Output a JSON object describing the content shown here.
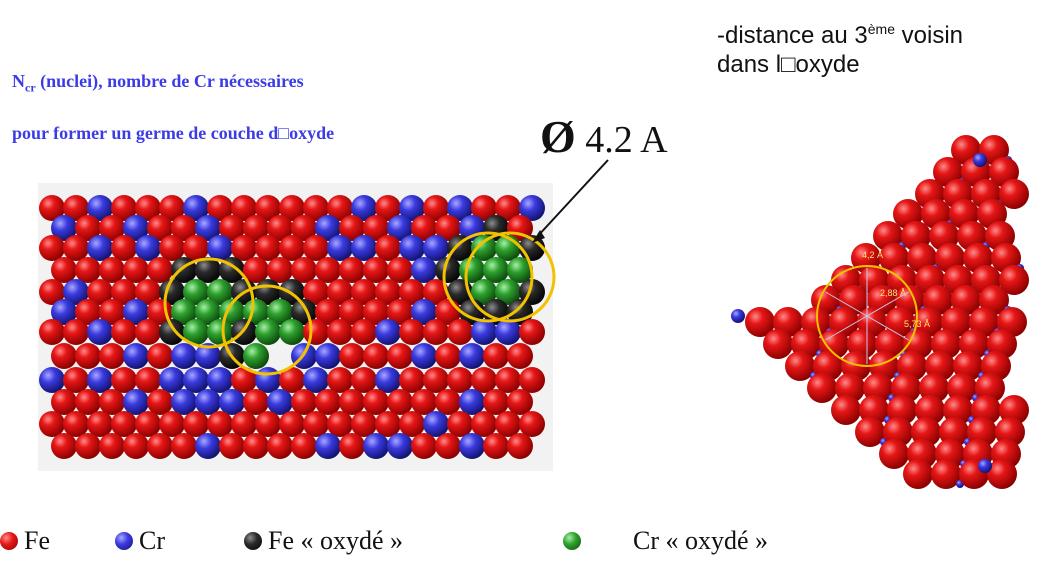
{
  "text": {
    "title_line1_prefix": "N",
    "title_line1_sub": "cr",
    "title_line1_rest": " (nuclei), nombre de Cr nécessaires",
    "title_line2": "pour former un germe de couche d□oxyde",
    "distance_line1": "-distance au 3",
    "distance_sup": "ème",
    "distance_line1_end": " voisin",
    "distance_line2": "dans l□oxyde",
    "diameter_symbol": "Ø",
    "diameter_value": " 4.2 A",
    "inset_label_42": "4,2 Å",
    "inset_label_288": "2,88 Å",
    "inset_label_573": "5,73 Å"
  },
  "legend": [
    {
      "label": "Fe",
      "color": "#e01010"
    },
    {
      "label": "Cr",
      "color": "#3a3adf"
    },
    {
      "label": "Fe « oxydé »",
      "color": "#222222"
    },
    {
      "label": "Cr « oxydé »",
      "color": "#2ea02e"
    }
  ],
  "colors": {
    "fe": "#e01010",
    "cr": "#3a3adf",
    "fe_ox": "#2a2a2a",
    "cr_ox": "#2ea02e",
    "circle": "#f2c200",
    "title": "#3c3ce6"
  }
}
